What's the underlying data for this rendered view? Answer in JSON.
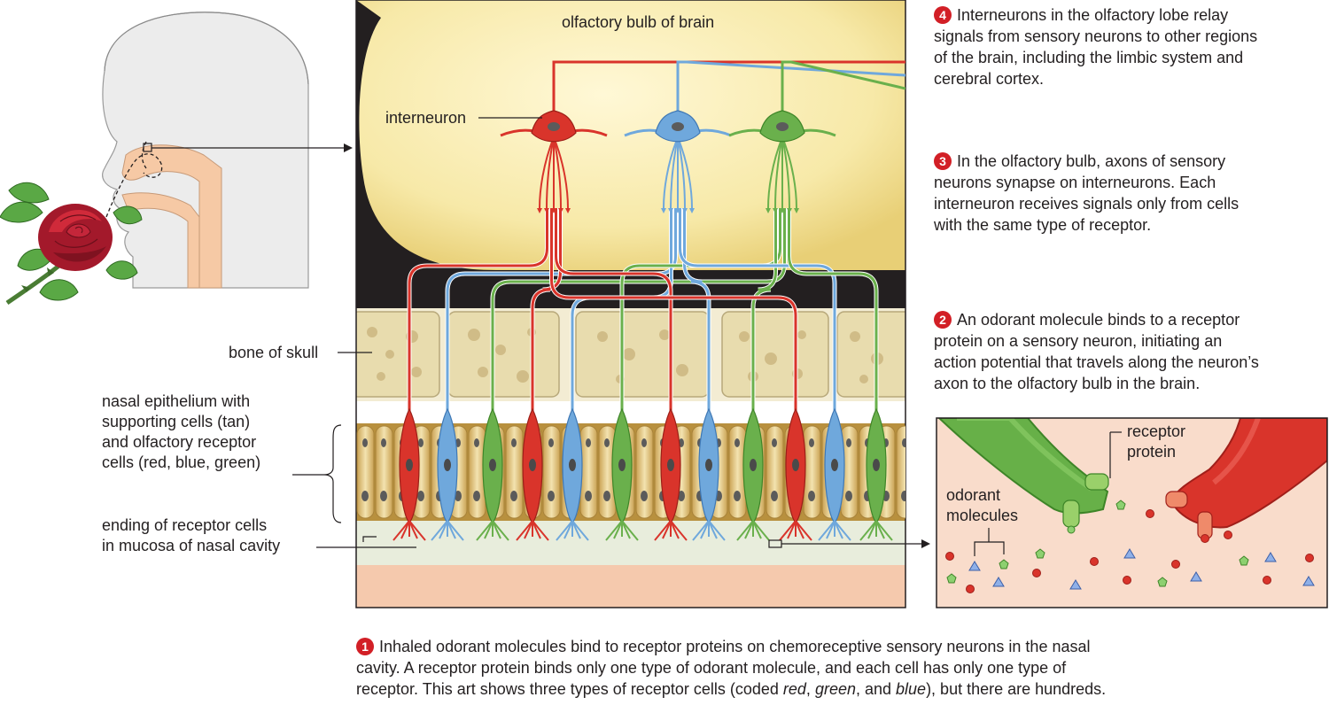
{
  "labels": {
    "olfactory_bulb": "olfactory bulb of brain",
    "interneuron": "interneuron",
    "bone_of_skull": "bone of skull",
    "nasal_epithelium": [
      "nasal epithelium with",
      "supporting cells (tan)",
      "and olfactory receptor",
      "cells (red, blue, green)"
    ],
    "ending_of_receptor_cells": [
      "ending of receptor cells",
      "in mucosa of nasal cavity"
    ],
    "receptor_protein": [
      "receptor",
      "protein"
    ],
    "odorant_molecules": [
      "odorant",
      "molecules"
    ]
  },
  "steps": [
    {
      "number": "4",
      "lines": [
        "Interneurons in the olfactory lobe relay",
        "signals from sensory neurons to other regions",
        "of the brain, including the limbic system and",
        "cerebral cortex."
      ]
    },
    {
      "number": "3",
      "lines": [
        "In the olfactory bulb, axons of sensory",
        "neurons synapse on interneurons. Each",
        "interneuron receives signals only from cells",
        "with the same type of receptor."
      ]
    },
    {
      "number": "2",
      "lines": [
        "An odorant molecule binds to a receptor",
        "protein on a sensory neuron, initiating an",
        "action potential that travels along the neuron’s",
        "axon to the olfactory bulb in the brain."
      ]
    }
  ],
  "caption": {
    "number": "1",
    "lines": [
      "Inhaled odorant molecules bind to receptor proteins on chemoreceptive sensory neurons in the nasal",
      "cavity. A receptor protein binds only one type of odorant molecule, and each cell has only one type of"
    ],
    "line3_before": "receptor. This art shows three types of receptor cells (coded ",
    "red": "red",
    "sep1": ", ",
    "green": "green",
    "sep2": ", and ",
    "blue": "blue",
    "line3_after": "), but there are hundreds."
  },
  "colors": {
    "red_neuron": "#d9342b",
    "blue_neuron": "#6fa8dc",
    "green_neuron": "#6ab04c",
    "bulb": "#f7e9a8",
    "dark_background": "#231f20",
    "bone": "#ece3c6",
    "supporting_cells": "#d7b76a",
    "mucosa": "#e8eddc",
    "tissue": "#f5c9ad",
    "step_badge": "#d21f26"
  },
  "icons": [
    "rose-icon",
    "head-profile-icon"
  ]
}
